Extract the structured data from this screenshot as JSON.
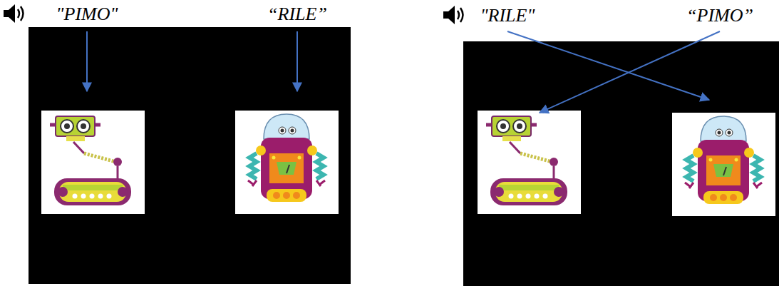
{
  "diagram": {
    "labels": [
      "\"PIMO\"",
      "“RILE”",
      "\"RILE\"",
      "“PIMO”"
    ]
  }
}
